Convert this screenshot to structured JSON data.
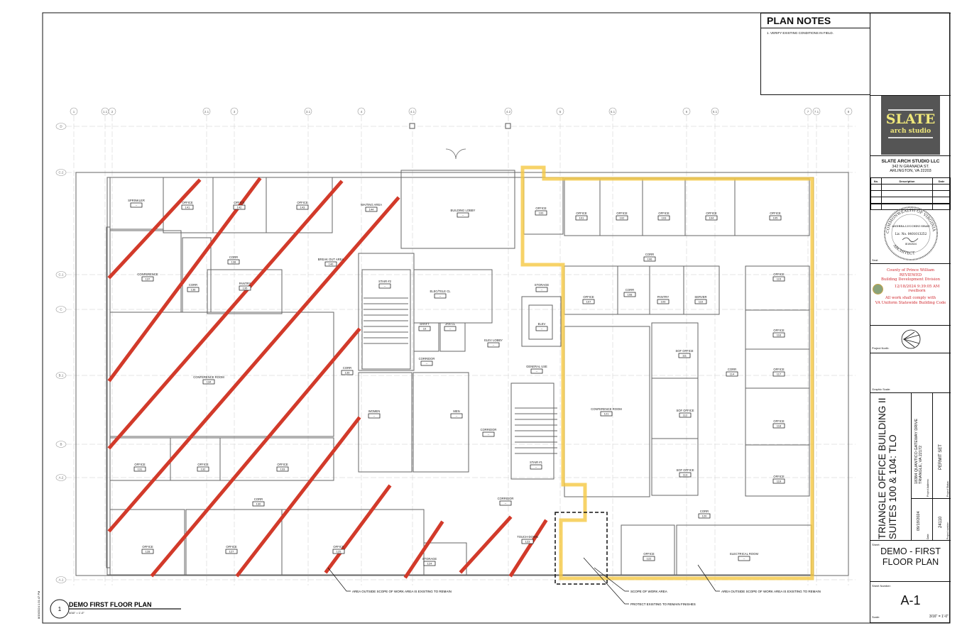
{
  "plan_notes": {
    "title": "PLAN NOTES",
    "items": [
      "1. VERIFY EXISTING CONDITIONS IN FIELD."
    ]
  },
  "firm": {
    "logo_line1": "SLATE",
    "logo_line2": "arch studio",
    "name": "SLATE ARCH STUDIO LLC",
    "address1": "342 N GRANADA ST.",
    "address2": "ARLINGTON, VA 22203",
    "logo_bg": "#555555",
    "logo_fg": "#f0e87a"
  },
  "revisions": {
    "headers": [
      "No.",
      "Description",
      "Date"
    ],
    "rows": 4
  },
  "seal": {
    "label": "Seal:",
    "ring_text": "COMMONWEALTH OF VIRGINIA",
    "name": "ANDREA LUCCHINI SHAW",
    "license": "Lic. No. 0401013252",
    "date": "8/19/2024",
    "bottom": "ARCHITECT"
  },
  "review_stamp": {
    "line1": "County of Prince William",
    "line2": "REVIEWED",
    "line3": "Building Development Division",
    "line4": "12/18/2024 9:39:05 AM",
    "line5": "rwelborn",
    "line6": "All work shall comply with",
    "line7": "VA Uniform Statewide Building Code",
    "color": "#d0282e"
  },
  "project_north_label": "Project North:",
  "graphic_scale_label": "Graphic Scale:",
  "project": {
    "title1": "TRIANGLE OFFICE BUILDING II",
    "title2": "SUITES 100 & 104: TLO",
    "address1": "18384 QUANTICO GATEWAY DRIVE",
    "address2": "TRIANGLE, VA 22172",
    "address_label": "Project Address:",
    "date": "09/19/2024",
    "date_label": "Date:",
    "status": "PERMIT SET",
    "status_label": "Project Status:",
    "number": "24110",
    "number_label": "Project number:"
  },
  "sheet": {
    "label": "Sheet:",
    "title1": "DEMO - FIRST",
    "title2": "FLOOR PLAN",
    "number_label": "Sheet Number:",
    "number": "A-1",
    "scale_label": "Scale:",
    "scale": "3/16\" = 1'-0\""
  },
  "drawing_title": {
    "number": "1",
    "title": "DEMO FIRST FLOOR PLAN",
    "scale": "3/16\" = 1'-0\""
  },
  "print_stamp": "8/19/2024 1:31:47 PM",
  "grid": {
    "columns": [
      "1",
      "1.1",
      "2",
      "2.1",
      "3",
      "3.1",
      "4",
      "4.1",
      "4.2",
      "5",
      "5.1",
      "6",
      "6.1",
      "7",
      "7.1",
      "8"
    ],
    "rows": [
      "D",
      "C.2",
      "C.1",
      "C",
      "B.1",
      "B",
      "A.2",
      "A.1"
    ]
  },
  "rooms": [
    {
      "name": "SPRINKLER",
      "number": "--"
    },
    {
      "name": "OFFICE",
      "number": "141"
    },
    {
      "name": "OFFICE",
      "number": "142"
    },
    {
      "name": "OFFICE",
      "number": "143"
    },
    {
      "name": "WAITING AREA",
      "number": "144"
    },
    {
      "name": "BUILDING LOBBY",
      "number": "--"
    },
    {
      "name": "CONFERENCE",
      "number": "137"
    },
    {
      "name": "CORR",
      "number": "138"
    },
    {
      "name": "CORR",
      "number": "136"
    },
    {
      "name": "PANTRY",
      "number": "135"
    },
    {
      "name": "BREAK OUT AREA",
      "number": "140"
    },
    {
      "name": "STAIR #2",
      "number": "--"
    },
    {
      "name": "ELEC/TELE CL",
      "number": "--"
    },
    {
      "name": "SHAFT",
      "number": "10"
    },
    {
      "name": "JAN CL",
      "number": "--"
    },
    {
      "name": "ELEV LOBBY",
      "number": "--"
    },
    {
      "name": "CORRIDOR",
      "number": "--"
    },
    {
      "name": "CORR",
      "number": "139"
    },
    {
      "name": "CONFERENCE ROOM",
      "number": "134"
    },
    {
      "name": "WOMEN",
      "number": "--"
    },
    {
      "name": "MEN",
      "number": "--"
    },
    {
      "name": "CORRIDOR",
      "number": "--"
    },
    {
      "name": "STAIR #1",
      "number": "--"
    },
    {
      "name": "OFFICE",
      "number": "131"
    },
    {
      "name": "OFFICE",
      "number": "132"
    },
    {
      "name": "OFFICE",
      "number": "133"
    },
    {
      "name": "CORR",
      "number": "130"
    },
    {
      "name": "CORRIDOR",
      "number": "--"
    },
    {
      "name": "OFFICE",
      "number": "128"
    },
    {
      "name": "OFFICE",
      "number": "127"
    },
    {
      "name": "OFFICE",
      "number": "125"
    },
    {
      "name": "STORAGE",
      "number": "124"
    },
    {
      "name": "TOUCH-DOWN",
      "number": "123"
    },
    {
      "name": "OFFICE",
      "number": "100"
    },
    {
      "name": "OFFICE",
      "number": "101"
    },
    {
      "name": "OFFICE",
      "number": "102"
    },
    {
      "name": "OFFICE",
      "number": "103"
    },
    {
      "name": "OFFICE",
      "number": "104"
    },
    {
      "name": "OFFICE",
      "number": "105"
    },
    {
      "name": "CORR",
      "number": "106"
    },
    {
      "name": "STORAGE",
      "number": "--"
    },
    {
      "name": "OFFICE",
      "number": "107"
    },
    {
      "name": "CORR",
      "number": "108"
    },
    {
      "name": "PANTRY",
      "number": "109"
    },
    {
      "name": "SERVER",
      "number": "110"
    },
    {
      "name": "ELEV",
      "number": "--"
    },
    {
      "name": "OFFICE",
      "number": "115"
    },
    {
      "name": "OFFICE",
      "number": "116"
    },
    {
      "name": "GENERAL USE",
      "number": "--"
    },
    {
      "name": "SOF OFFICE",
      "number": "111"
    },
    {
      "name": "CORR",
      "number": "114"
    },
    {
      "name": "OFFICE",
      "number": "117"
    },
    {
      "name": "CONFERENCE ROOM",
      "number": "121"
    },
    {
      "name": "SOF OFFICE",
      "number": "112"
    },
    {
      "name": "OFFICE",
      "number": "118"
    },
    {
      "name": "SOF OFFICE",
      "number": "113"
    },
    {
      "name": "OFFICE",
      "number": "119"
    },
    {
      "name": "CORR",
      "number": "120"
    },
    {
      "name": "OFFICE",
      "number": "122"
    },
    {
      "name": "ELECTRICAL ROOM",
      "number": "--"
    }
  ],
  "callouts": {
    "outside_scope_left": "AREA OUTSIDE SCOPE OF WORK AREA IS EXISTING TO REMAIN",
    "scope": "SCOPE OF WORK AREA",
    "protect": "PROTECT EXISTING TO REMAIN FINISHES",
    "outside_scope_right": "AREA OUTSIDE SCOPE OF WORK AREA IS EXISTING TO REMAIN"
  },
  "colors": {
    "demo_slash": "#d23a2a",
    "scope_outline": "#f5c842",
    "wall": "#666666"
  }
}
